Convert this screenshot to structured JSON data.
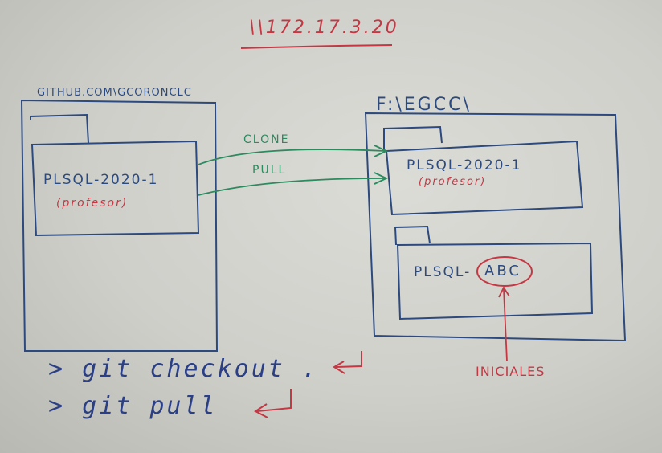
{
  "server_address": "\\\\172.17.3.20",
  "remote": {
    "label": "GITHUB.COM\\GCORONCLC",
    "repo_name": "PLSQL-2020-1",
    "repo_owner": "(profesor)"
  },
  "local": {
    "label": "F:\\EGCC\\",
    "repo_name": "PLSQL-2020-1",
    "repo_owner": "(profesor)",
    "student_repo_prefix": "PLSQL-",
    "student_repo_initials": "ABC"
  },
  "arrows": {
    "clone_label": "CLONE",
    "pull_label": "PULL"
  },
  "initials_note": "INICIALES",
  "commands": [
    "> git checkout .",
    "> git pull"
  ],
  "colors": {
    "red_marker": "#c43844",
    "blue_marker": "#2a3f86",
    "green_marker": "#2b8a5e",
    "board": "#d6d6d1"
  }
}
